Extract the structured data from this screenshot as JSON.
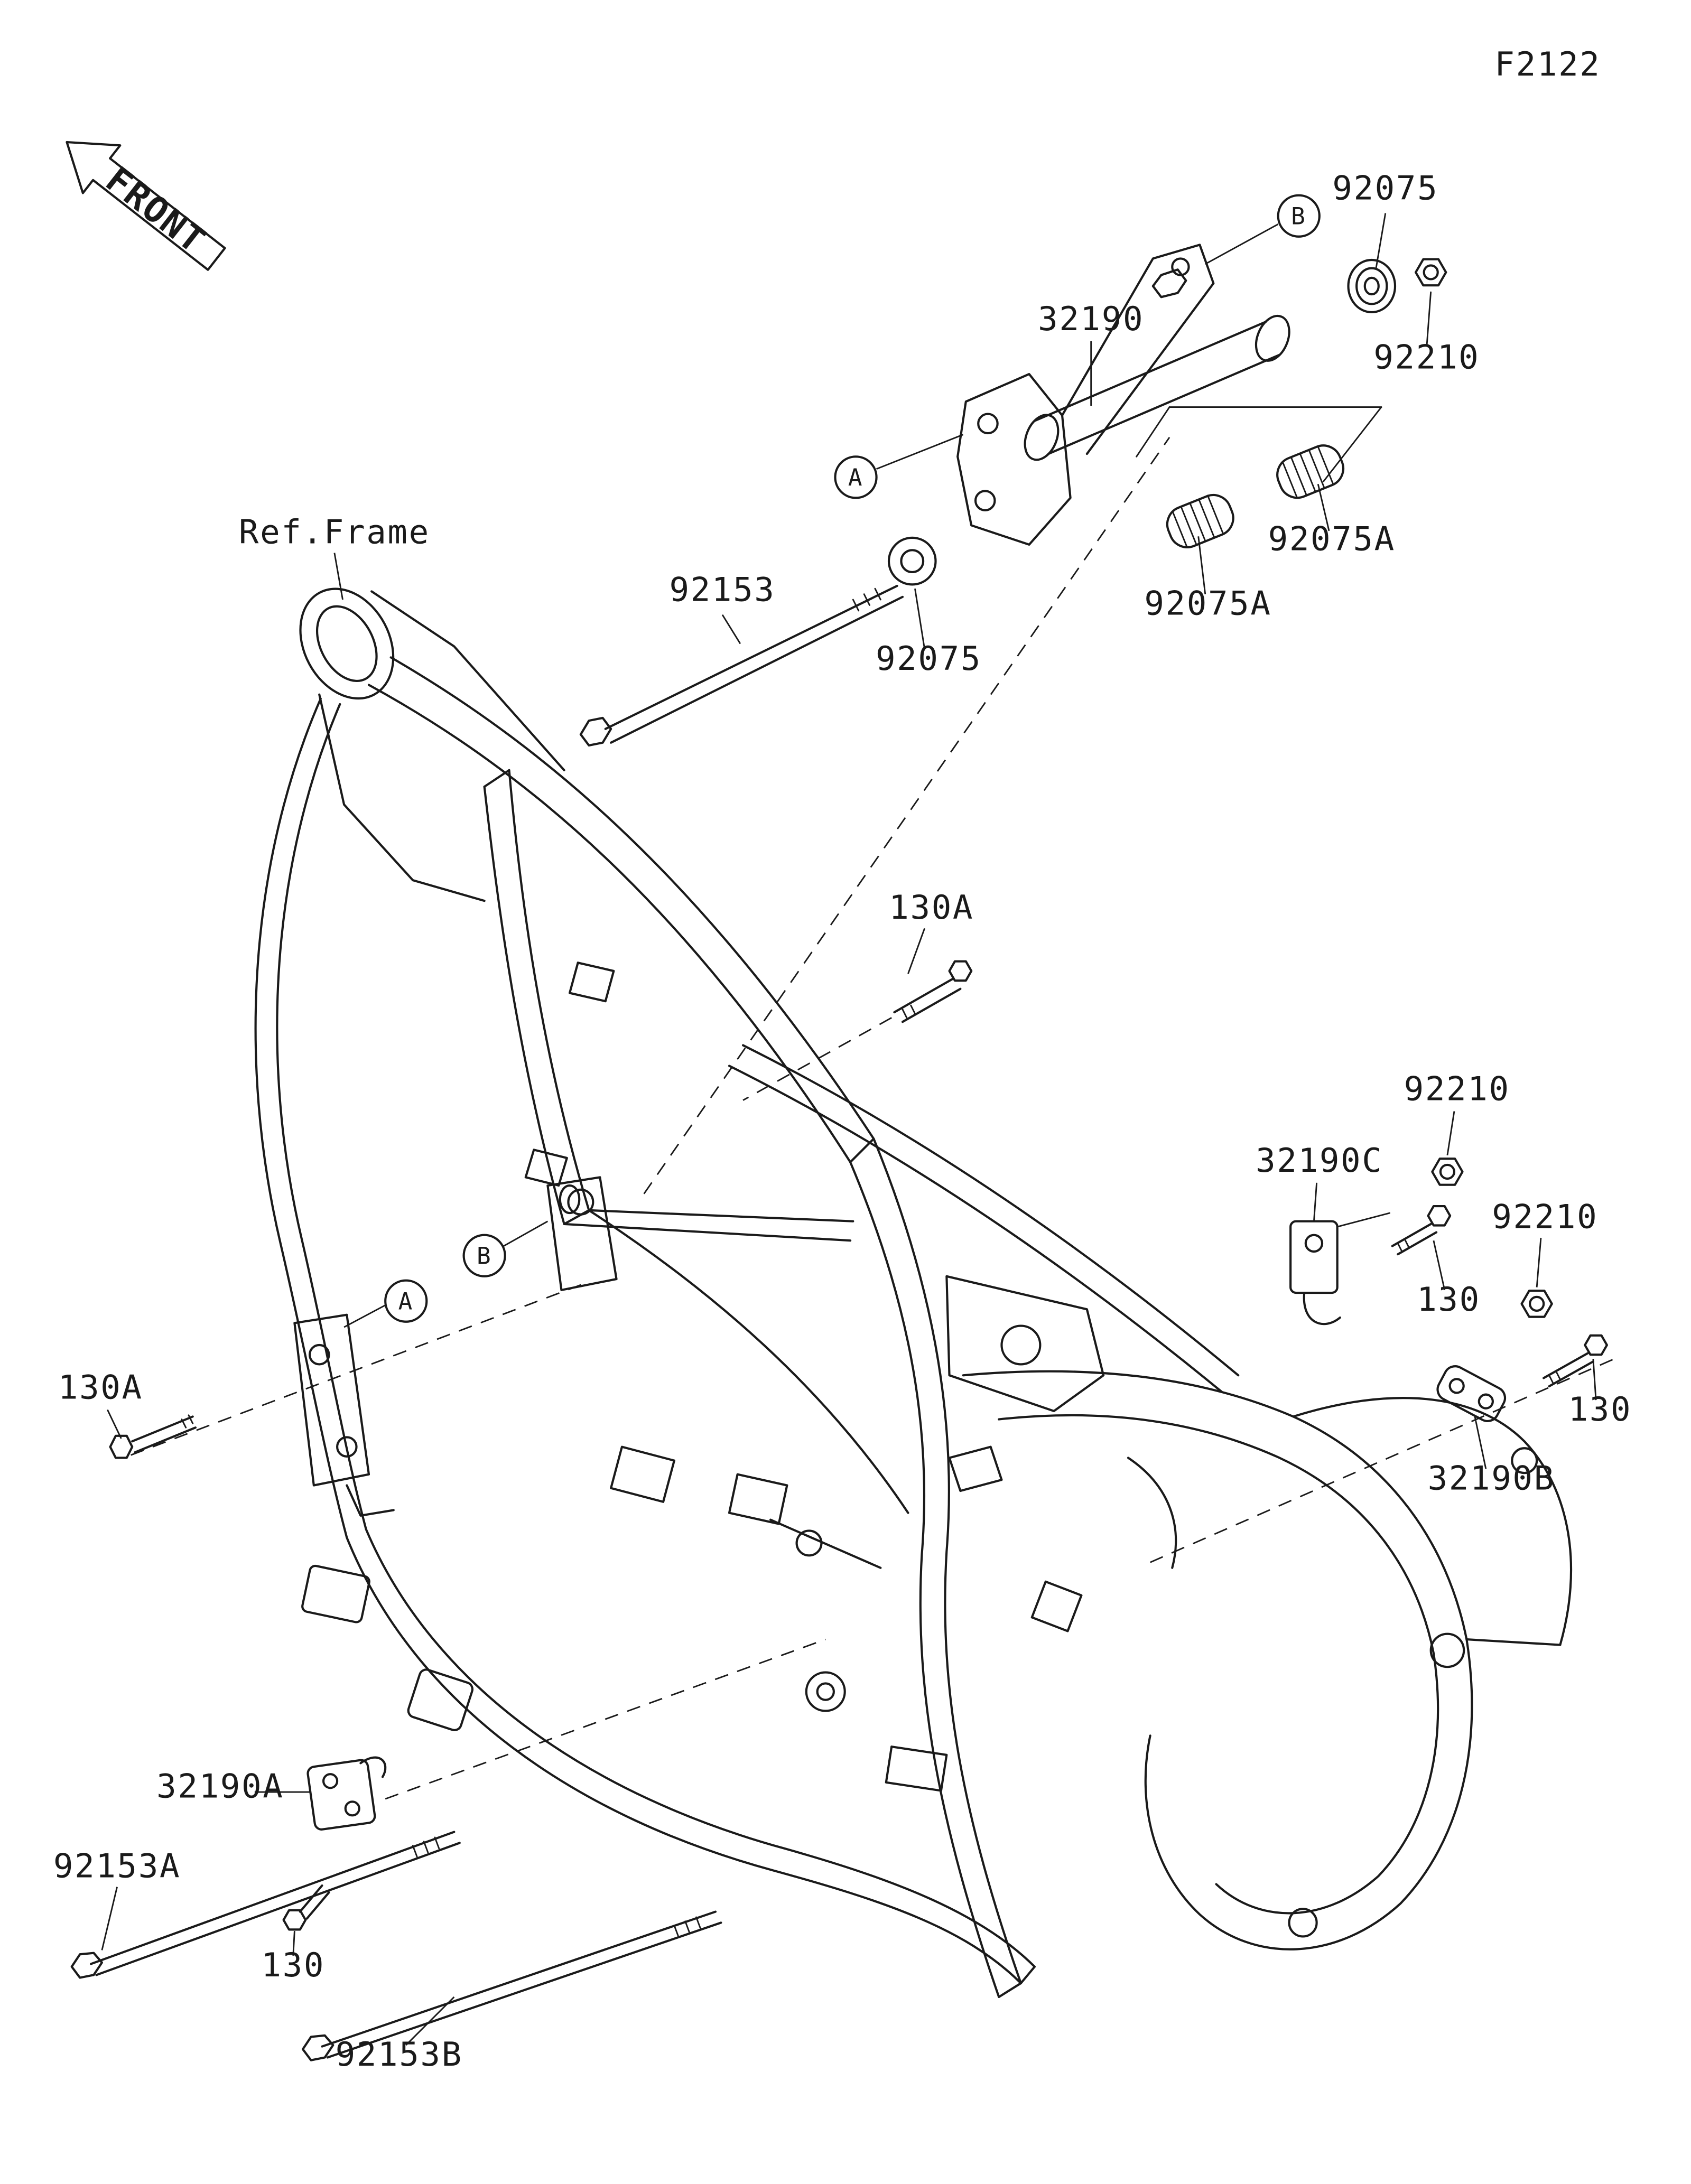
{
  "page": {
    "drawing_number": "F2122",
    "front_label": "FRONT",
    "ref_frame_label": "Ref.Frame"
  },
  "colors": {
    "background": "#ffffff",
    "line": "#1a1a1a"
  },
  "callouts": {
    "p92075_top": {
      "text": "92075"
    },
    "p92210_top": {
      "text": "92210"
    },
    "p32190": {
      "text": "32190"
    },
    "p92075a_right": {
      "text": "92075A"
    },
    "p92075a_left": {
      "text": "92075A"
    },
    "p92153": {
      "text": "92153"
    },
    "p92075_mid": {
      "text": "92075"
    },
    "p130a_mid": {
      "text": "130A"
    },
    "p92210_mid": {
      "text": "92210"
    },
    "p32190c": {
      "text": "32190C"
    },
    "p92210_right": {
      "text": "92210"
    },
    "p130_mid": {
      "text": "130"
    },
    "p130_right": {
      "text": "130"
    },
    "p32190b": {
      "text": "32190B"
    },
    "p130a_left": {
      "text": "130A"
    },
    "p32190a": {
      "text": "32190A"
    },
    "p92153a": {
      "text": "92153A"
    },
    "p130_bottom": {
      "text": "130"
    },
    "p92153b": {
      "text": "92153B"
    }
  },
  "markers": {
    "a1": {
      "text": "A"
    },
    "a2": {
      "text": "A"
    },
    "b1": {
      "text": "B"
    },
    "b2": {
      "text": "B"
    }
  }
}
